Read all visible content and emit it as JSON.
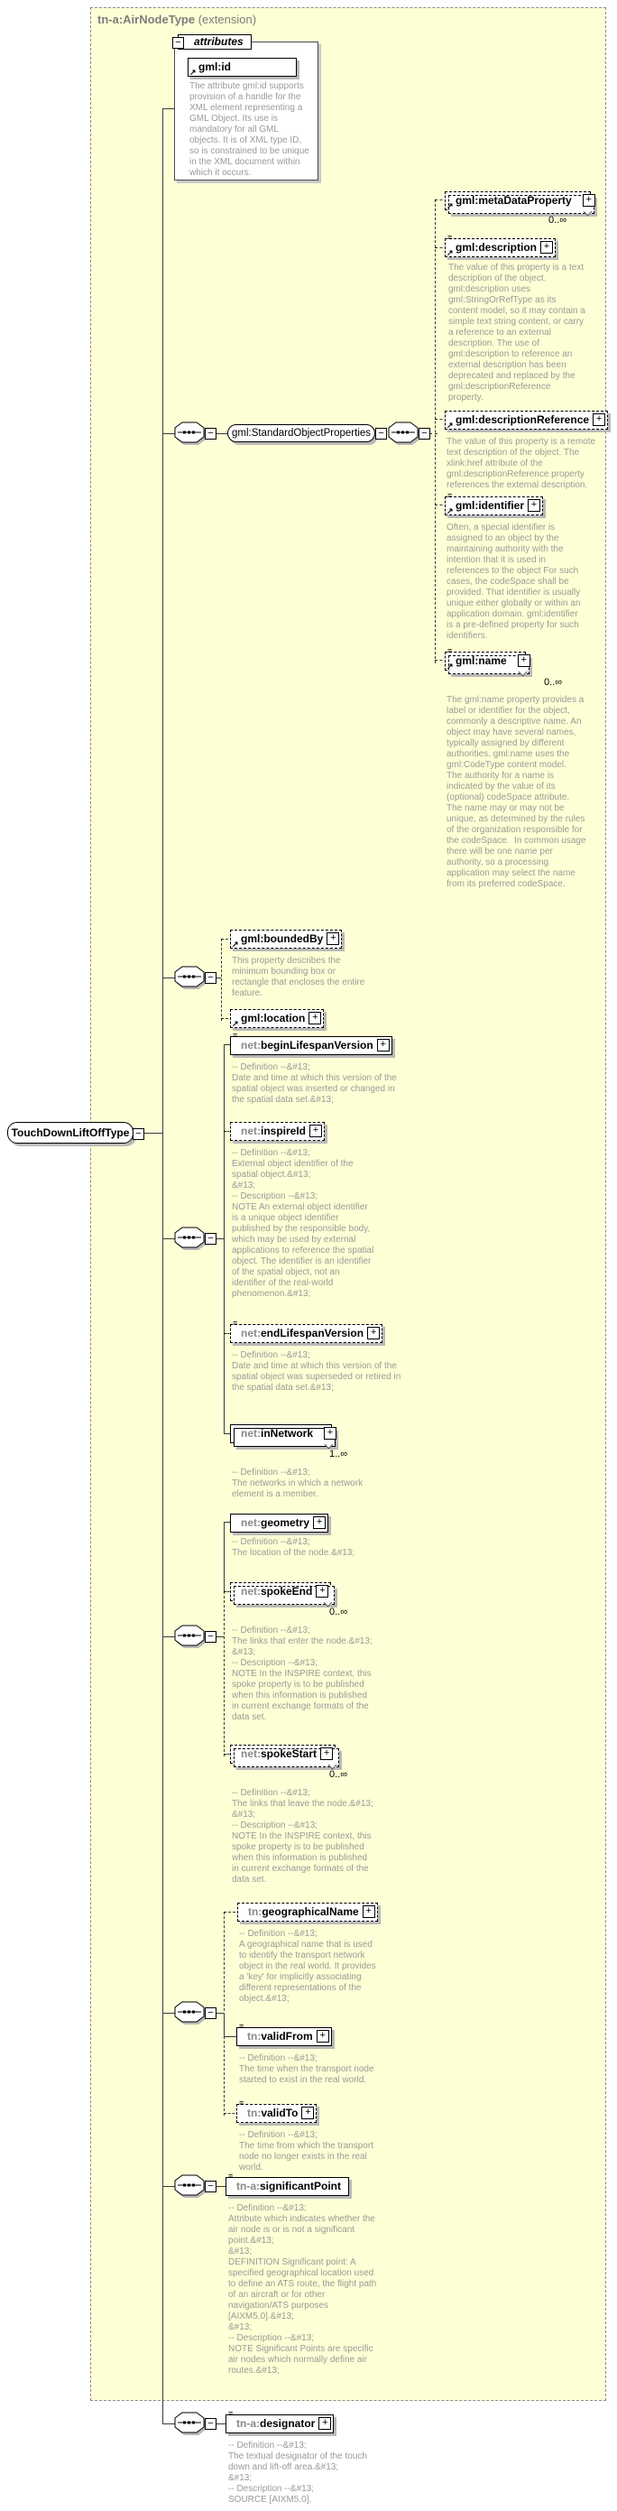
{
  "header": {
    "base_type": "tn-a:AirNodeType",
    "qualifier": " (extension)"
  },
  "root": {
    "name": "TouchDownLiftOffType"
  },
  "attributes_panel": {
    "title": "attributes",
    "gml_id": {
      "name": "gml:id",
      "annotation": "The attribute gml:id supports provision of a handle for the XML element representing a GML Object. Its use is mandatory for all GML objects. It is of XML type ID, so is constrained to be unique in the XML document within which it occurs."
    }
  },
  "els": {
    "standardObjectProperties": {
      "name": "gml:StandardObjectProperties"
    },
    "metaDataProperty": {
      "name": "gml:metaDataProperty",
      "card": "0..∞"
    },
    "description": {
      "name": "gml:description",
      "annotation": "The value of this property is a text description of the object. gml:description uses gml:StringOrRefType as its content model, so it may contain a simple text string content, or carry a reference to an external description. The use of gml:description to reference an external description has been deprecated and replaced by the gml:descriptionReference property."
    },
    "descriptionReference": {
      "name": "gml:descriptionReference",
      "annotation": "The value of this property is a remote text description of the object. The xlink:href attribute of the gml:descriptionReference property references the external description."
    },
    "identifier": {
      "name": "gml:identifier",
      "annotation": "Often, a special identifier is assigned to an object by the maintaining authority with the intention that it is used in references to the object For such cases, the codeSpace shall be provided. That identifier is usually unique either globally or within an application domain. gml:identifier is a pre-defined property for such identifiers."
    },
    "name": {
      "name": "gml:name",
      "card": "0..∞",
      "annotation": "The gml:name property provides a label or identifier for the object, commonly a descriptive name. An object may have several names, typically assigned by different authorities. gml:name uses the gml:CodeType content model.  The authority for a name is indicated by the value of its (optional) codeSpace attribute.  The name may or may not be unique, as determined by the rules of the organization responsible for the codeSpace.  In common usage there will be one name per authority, so a processing application may select the name from its preferred codeSpace."
    },
    "boundedBy": {
      "name": "gml:boundedBy",
      "annotation": "This property describes the minimum bounding box or rectangle that encloses the entire feature."
    },
    "location": {
      "name": "gml:location"
    },
    "beginLifespanVersion": {
      "prefix": "net:",
      "local": "beginLifespanVersion",
      "annotation": "-- Definition --&#13;\nDate and time at which this version of the spatial object was inserted or changed in the spatial data set.&#13;"
    },
    "inspireId": {
      "prefix": "net:",
      "local": "inspireId",
      "annotation": "-- Definition --&#13;\nExternal object identifier of the spatial object.&#13;\n&#13;\n-- Description --&#13;\nNOTE An external object identifier is a unique object identifier published by the responsible body, which may be used by external applications to reference the spatial object. The identifier is an identifier of the spatial object, not an identifier of the real-world phenomenon.&#13;"
    },
    "endLifespanVersion": {
      "prefix": "net:",
      "local": "endLifespanVersion",
      "annotation": "-- Definition --&#13;\nDate and time at which this version of the spatial object was superseded or retired in the spatial data set.&#13;"
    },
    "inNetwork": {
      "prefix": "net:",
      "local": "inNetwork",
      "card": "1..∞",
      "annotation": "-- Definition --&#13;\nThe networks in which a network element is a member."
    },
    "geometry": {
      "prefix": "net:",
      "local": "geometry",
      "annotation": "-- Definition --&#13;\nThe location of the node.&#13;"
    },
    "spokeEnd": {
      "prefix": "net:",
      "local": "spokeEnd",
      "card": "0..∞",
      "annotation": "-- Definition --&#13;\nThe links that enter the node.&#13;\n&#13;\n-- Description --&#13;\nNOTE In the INSPIRE context, this spoke property is to be published when this information is published in current exchange formats of the data set."
    },
    "spokeStart": {
      "prefix": "net:",
      "local": "spokeStart",
      "card": "0..∞",
      "annotation": "-- Definition --&#13;\nThe links that leave the node.&#13;\n&#13;\n-- Description --&#13;\nNOTE In the INSPIRE context, this spoke property is to be published when this information is published in current exchange formats of the data set."
    },
    "geographicalName": {
      "prefix": "tn:",
      "local": "geographicalName",
      "annotation": "-- Definition --&#13;\nA geographical name that is used to identify the transport network object in the real world. It provides a 'key' for implicitly associating different representations of the object.&#13;"
    },
    "validFrom": {
      "prefix": "tn:",
      "local": "validFrom",
      "annotation": "-- Definition --&#13;\nThe time when the transport node started to exist in the real world."
    },
    "validTo": {
      "prefix": "tn:",
      "local": "validTo",
      "annotation": "-- Definition --&#13;\nThe time from which the transport node no longer exists in the real world."
    },
    "significantPoint": {
      "prefix": "tn-a:",
      "local": "significantPoint",
      "annotation": "-- Definition --&#13;\nAttribute which indicates whether the air node is or is not a significant point.&#13;\n&#13;\nDEFINITION Significant point: A specified geographical location used to define an ATS route, the flight path of an aircraft or for other navigation/ATS purposes [AIXM5.0].&#13;\n&#13;\n-- Description --&#13;\nNOTE Significant Points are specific air nodes which normally define air routes.&#13;"
    },
    "designator": {
      "prefix": "tn-a:",
      "local": "designator",
      "annotation": "-- Definition --&#13;\nThe textual designator of the touch down and lift-off area.&#13;\n&#13;\n-- Description --&#13;\nSOURCE [AIXM5.0]."
    }
  },
  "colors": {
    "extension_fill": "#FFFFD6",
    "annotation_text": "#9a9a96",
    "shadow": "#b9b9b9"
  }
}
